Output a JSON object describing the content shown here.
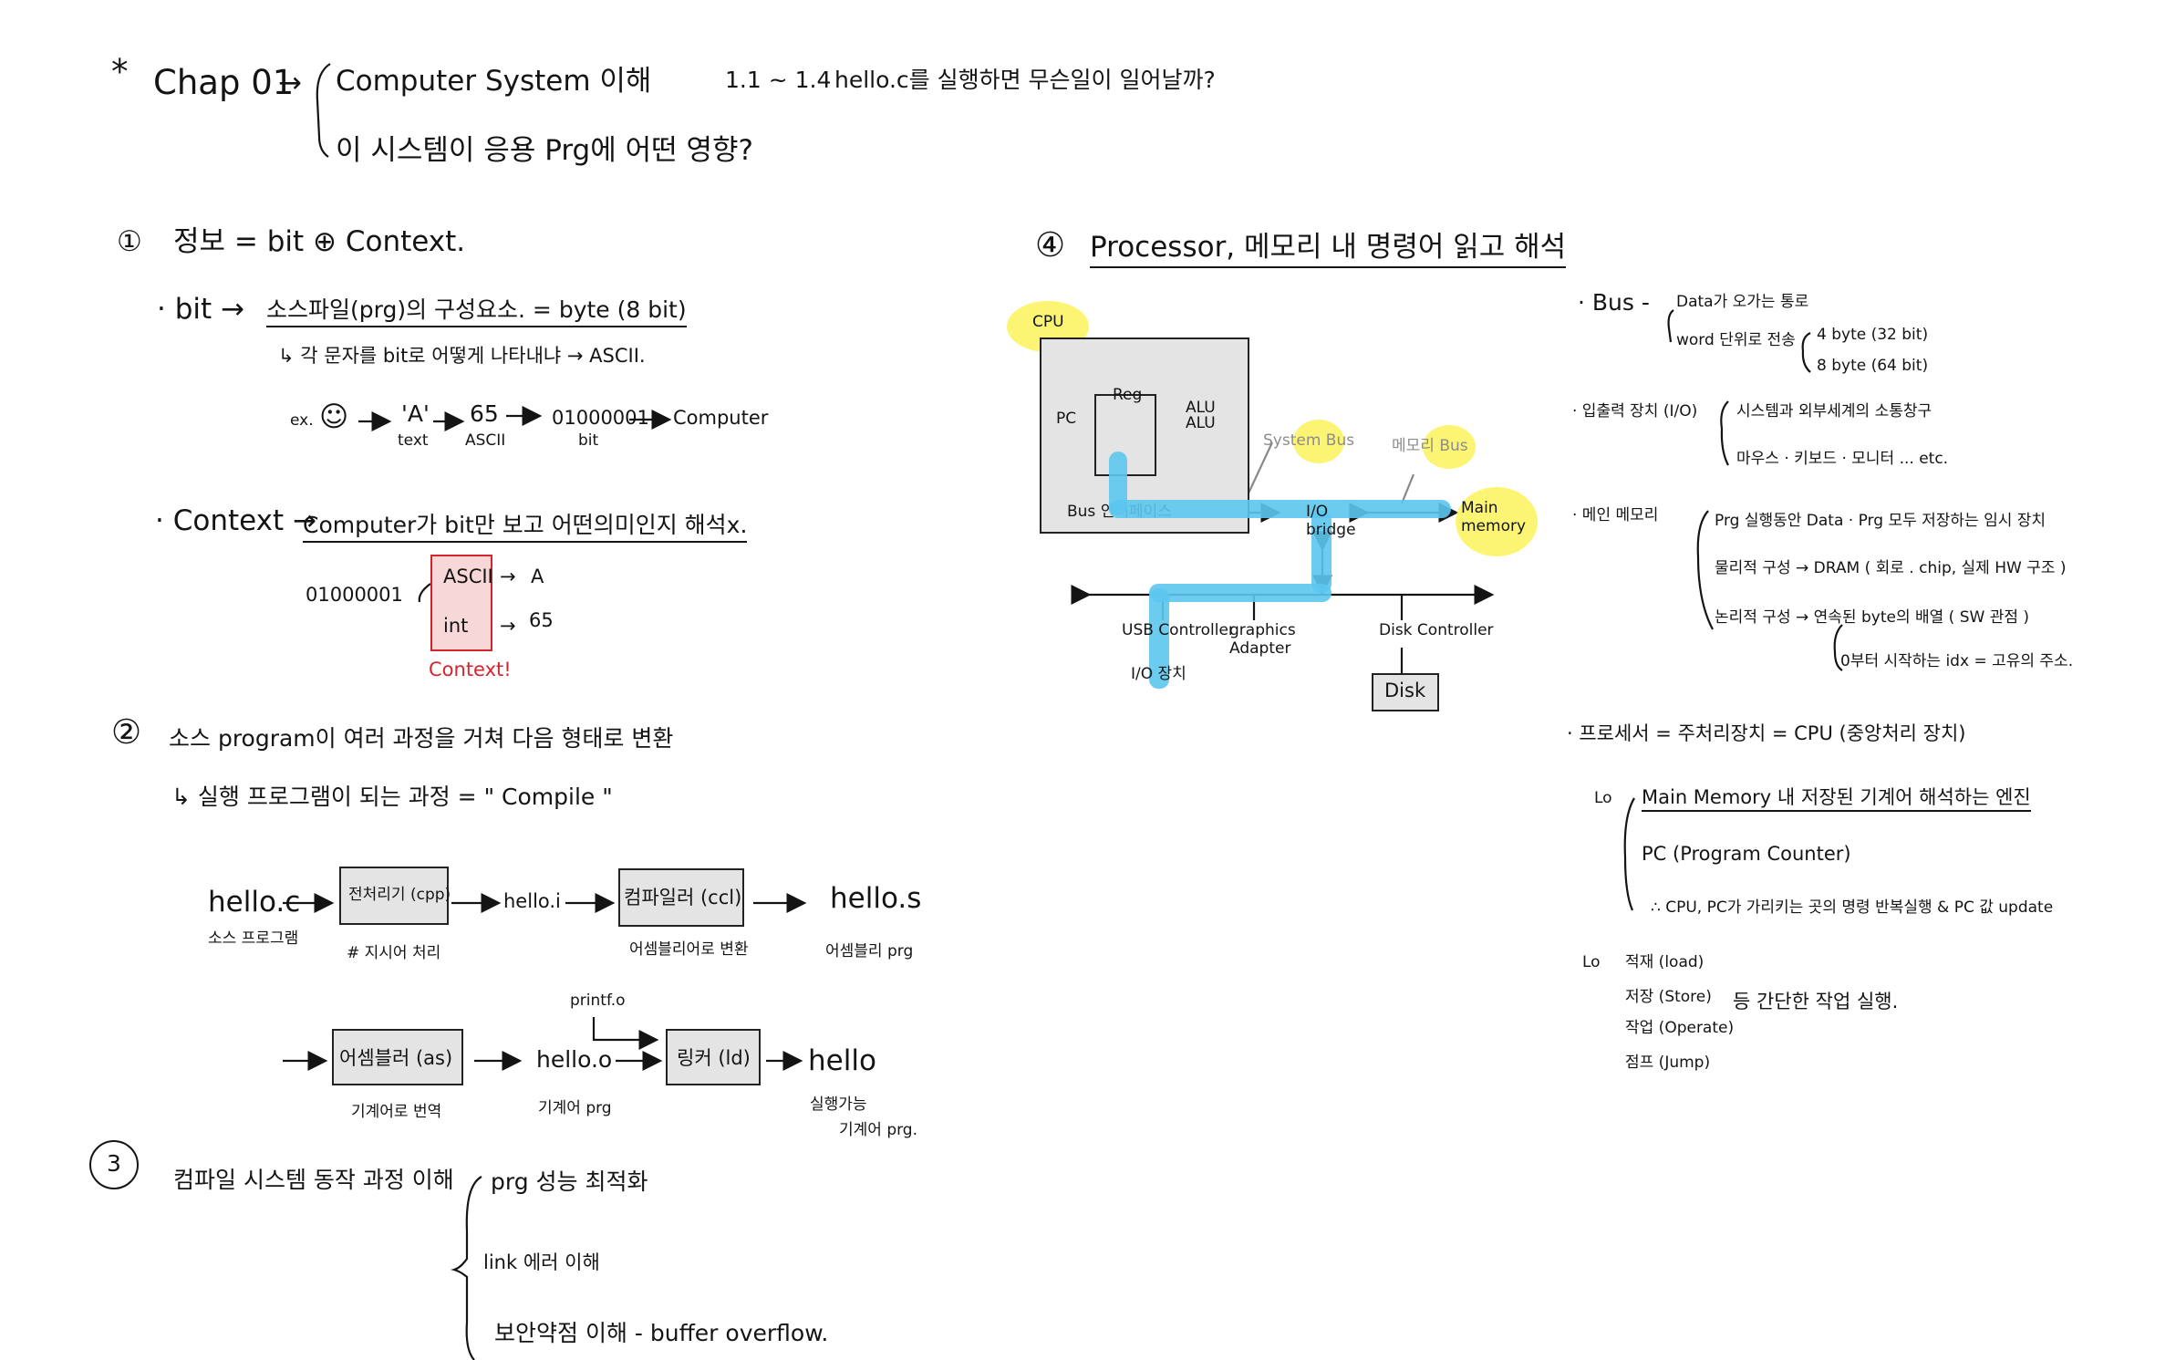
{
  "header": {
    "star": "*",
    "chap": "Chap 01",
    "arrow": "→",
    "topic1": "Computer System 이해",
    "topic2": "이 시스템이 응용 Prg에 어떤 영향?",
    "range": "1.1 ~ 1.4",
    "question": "hello.c를 실행하면 무슨일이 일어날까?"
  },
  "s1": {
    "num": "①",
    "title": "정보 = bit ⊕ Context.",
    "bit_label": "· bit →",
    "bit_def": "소스파일(prg)의 구성요소. = byte (8 bit)",
    "bit_sub": "↳ 각 문자를 bit로 어떻게 나타내냐 → ASCII.",
    "ex": "ex.",
    "ex_text": "'A'",
    "ex_text_cap": "text",
    "ex_ascii": "65",
    "ex_ascii_cap": "ASCII",
    "ex_bits": "01000001",
    "ex_bits_cap": "bit",
    "ex_computer": "Computer",
    "ctx_label": "· Context →",
    "ctx_def": "Computer가 bit만 보고 어떤의미인지 해석x.",
    "ctx_bits": "01000001",
    "ctx_ascii": "ASCII",
    "ctx_ascii_val": "A",
    "ctx_int": "int",
    "ctx_int_val": "65",
    "ctx_caption": "Context!"
  },
  "s2": {
    "num": "②",
    "title": "소스 program이 여러 과정을 거쳐 다음 형태로 변환",
    "compile_note": "↳ 실행 프로그램이 되는 과정 = \" Compile \"",
    "hello_c": "hello.c",
    "hello_c_cap": "소스 프로그램",
    "cpp": "전처리기 (cpp)",
    "cpp_cap": "# 지시어 처리",
    "hello_i": "hello.i",
    "ccl": "컴파일러 (ccl)",
    "ccl_cap": "어셈블리어로 변환",
    "hello_s": "hello.s",
    "hello_s_cap": "어셈블리 prg",
    "as": "어셈블러 (as)",
    "as_cap": "기계어로 번역",
    "hello_o": "hello.o",
    "hello_o_cap": "기계어 prg",
    "printf": "printf.o",
    "ld": "링커 (ld)",
    "hello": "hello",
    "hello_cap1": "실행가능",
    "hello_cap2": "기계어 prg."
  },
  "s3": {
    "num": "3",
    "title": "컴파일 시스템 동작 과정 이해",
    "item1": "prg 성능 최적화",
    "item2": "link 에러 이해",
    "item3": "보안약점 이해 - buffer overflow."
  },
  "s4": {
    "num": "④",
    "title": "Processor, 메모리 내 명령어 읽고 해석",
    "cpu": "CPU",
    "pc": "PC",
    "reg": "Reg",
    "alu": "ALU",
    "bus_iface": "Bus 인터페이스",
    "system_bus": "System Bus",
    "memory_bus": "메모리 Bus",
    "io_bridge": "I/O bridge",
    "main_memory": "Main memory",
    "usb": "USB Controller",
    "graphics": "graphics Adapter",
    "disk_ctrl": "Disk Controller",
    "disk": "Disk",
    "io_device": "I/O 장치"
  },
  "notes": {
    "bus_label": "· Bus -",
    "bus_1": "Data가 오가는 통로",
    "bus_2": "word 단위로 전송",
    "bus_3": "4 byte (32 bit)",
    "bus_4": "8 byte (64 bit)",
    "io_label": "· 입출력 장치 (I/O)",
    "io_1": "시스템과 외부세계의 소통창구",
    "io_2": "마우스 · 키보드 · 모니터 ... etc.",
    "mem_label": "· 메인 메모리",
    "mem_1": "Prg 실행동안 Data · Prg 모두 저장하는 임시 장치",
    "mem_2": "물리적 구성 → DRAM  ( 회로 . chip, 실제 HW 구조 )",
    "mem_3": "논리적 구성 → 연속된 byte의 배열 ( SW 관점 )",
    "mem_4": "0부터 시작하는 idx = 고유의 주소.",
    "proc_label": "· 프로세서 = 주처리장치 = CPU (중앙처리 장치)",
    "proc_1": "Main Memory 내 저장된 기계어 해석하는 엔진",
    "proc_2": "PC (Program Counter)",
    "proc_3": "∴ CPU, PC가 가리키는 곳의 명령 반복실행 & PC 값 update",
    "lo1": "Lo",
    "lo2": "Lo",
    "op_1": "적재 (load)",
    "op_2": "저장 (Store)",
    "op_3": "작업 (Operate)",
    "op_4": "점프 (Jump)",
    "op_note": "등 간단한 작업 실행."
  }
}
